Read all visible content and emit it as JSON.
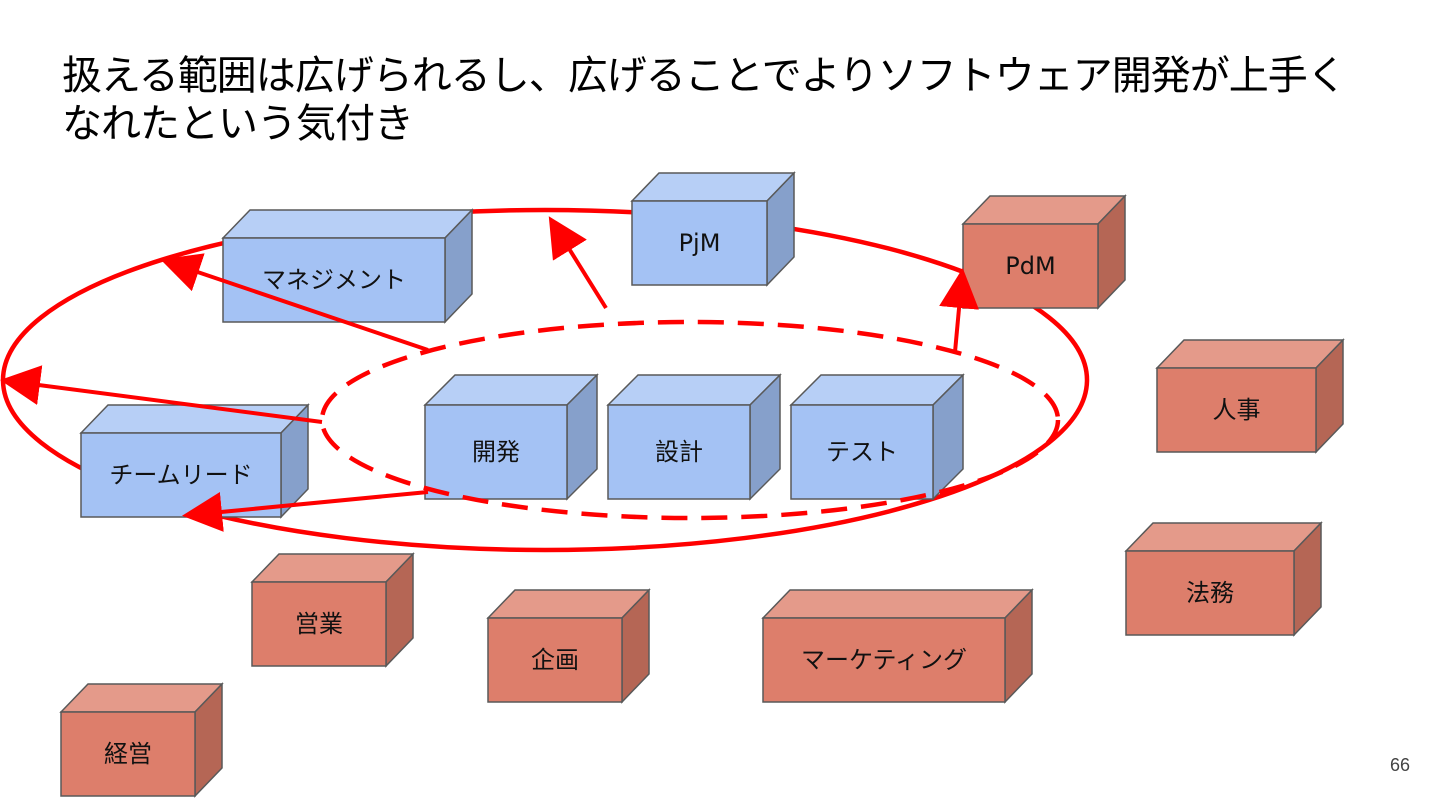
{
  "slide": {
    "title": "扱える範囲は広げられるし、広げることでよりソフトウェア開発が上手くなれたという気付き",
    "page_number": "66"
  },
  "colors": {
    "blue_face": "#a4c2f4",
    "blue_top": "#b7cff6",
    "blue_side": "#86a0cb",
    "red_face": "#dd7e6b",
    "red_top": "#e49a8a",
    "red_side": "#b56655",
    "outline": "#595959",
    "accent_red": "#ff0000"
  },
  "diagram": {
    "blocks": [
      {
        "id": "management",
        "label": "マネジメント",
        "color": "blue"
      },
      {
        "id": "pjm",
        "label": "PjM",
        "color": "blue"
      },
      {
        "id": "pdm",
        "label": "PdM",
        "color": "red"
      },
      {
        "id": "team-lead",
        "label": "チームリード",
        "color": "blue"
      },
      {
        "id": "development",
        "label": "開発",
        "color": "blue"
      },
      {
        "id": "design",
        "label": "設計",
        "color": "blue"
      },
      {
        "id": "test",
        "label": "テスト",
        "color": "blue"
      },
      {
        "id": "hr",
        "label": "人事",
        "color": "red"
      },
      {
        "id": "legal",
        "label": "法務",
        "color": "red"
      },
      {
        "id": "sales",
        "label": "営業",
        "color": "red"
      },
      {
        "id": "planning",
        "label": "企画",
        "color": "red"
      },
      {
        "id": "marketing",
        "label": "マーケティング",
        "color": "red"
      },
      {
        "id": "executive",
        "label": "経営",
        "color": "red"
      }
    ]
  }
}
